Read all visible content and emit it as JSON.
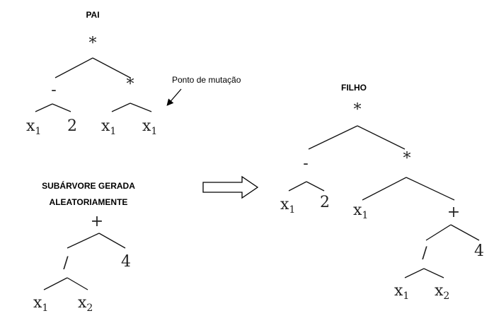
{
  "labels": {
    "pai": "PAI",
    "filho": "FILHO",
    "subtree_line1": "SUBÁRVORE GERADA",
    "subtree_line2": "ALEATORIAMENTE",
    "mutation_point": "Ponto de mutação"
  },
  "trees": {
    "pai": {
      "root": "*",
      "left_op": "-",
      "right_op": "*",
      "leaves": [
        {
          "base": "x",
          "sub": "1"
        },
        {
          "base": "2",
          "sub": ""
        },
        {
          "base": "x",
          "sub": "1"
        },
        {
          "base": "x",
          "sub": "1"
        }
      ]
    },
    "subtree": {
      "root": "+",
      "left_op": "/",
      "right_leaf": "4",
      "leaves": [
        {
          "base": "x",
          "sub": "1"
        },
        {
          "base": "x",
          "sub": "2"
        }
      ]
    },
    "filho": {
      "root": "*",
      "left_op": "-",
      "right_op": "*",
      "inner_op": "+",
      "inner_left_op": "/",
      "inner_right_leaf": "4",
      "leaves": [
        {
          "base": "x",
          "sub": "1"
        },
        {
          "base": "2",
          "sub": ""
        },
        {
          "base": "x",
          "sub": "1"
        },
        {
          "base": "x",
          "sub": "1"
        },
        {
          "base": "x",
          "sub": "2"
        }
      ]
    }
  }
}
